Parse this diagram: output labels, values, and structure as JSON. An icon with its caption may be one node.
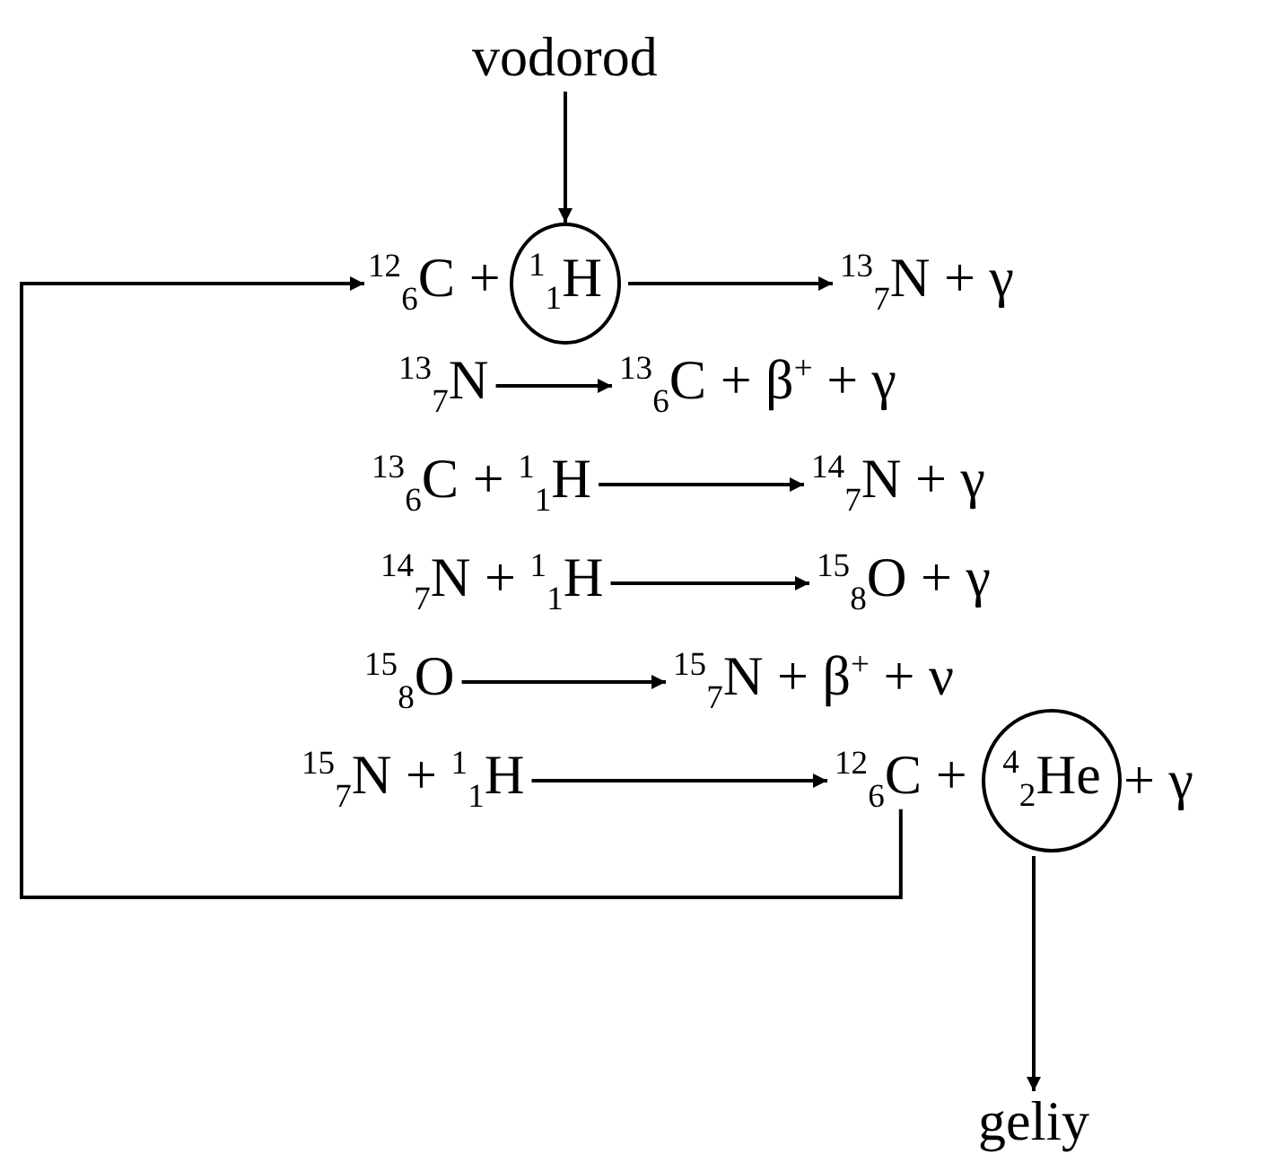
{
  "diagram": {
    "nodes": [
      {
        "text": [
          "vodorod"
        ]
      },
      {
        "text": [
          "$^{12}$$_{6}$C +"
        ]
      },
      {
        "text": [
          "$^{1}$$_{1}$H"
        ]
      },
      {
        "text": [
          "$^{13}$$_{7}$N + γ"
        ]
      },
      {
        "text": [
          "$^{13}$$_{7}$N"
        ]
      },
      {
        "text": [
          "$^{13}$$_{6}$C +  β$^{+}$ + γ"
        ]
      },
      {
        "text": [
          "$^{13}$$_{6}$C + $^{1}$$_{1}$H"
        ]
      },
      {
        "text": [
          "$^{14}$$_{7}$N + γ"
        ]
      },
      {
        "text": [
          "$^{14}$$_{7}$N + $^{1}$$_{1}$H"
        ]
      },
      {
        "text": [
          "$^{15}$$_{8}$O + γ"
        ]
      },
      {
        "text": [
          "$^{15}$$_{8}$O"
        ]
      },
      {
        "text": [
          "$^{15}$$_{7}$N + β$^{+}$ + ν"
        ]
      },
      {
        "text": [
          "$^{15}$$_{7}$N + $^{1}$$_{1}$H"
        ]
      },
      {
        "text": [
          "$^{12}$$_{6}$C +"
        ]
      },
      {
        "text": [
          "$^{4}$$_{2}$He"
        ]
      },
      {
        "text": [
          "geliy"
        ]
      }
    ],
    "edges": [
      {
        "from": 0,
        "to": 2,
        "arrow": "to"
      },
      {
        "from": 2,
        "to": 3,
        "arrow": "to"
      },
      {
        "from": 4,
        "to": 5,
        "arrow": "to"
      },
      {
        "from": 6,
        "to": 7,
        "arrow": "to"
      },
      {
        "from": 8,
        "to": 9,
        "arrow": "to"
      },
      {
        "from": 10,
        "to": 11,
        "arrow": "to"
      },
      {
        "from": 12,
        "to": 13,
        "arrow": "to"
      },
      {
        "from": 13,
        "to": 1,
        "arrow": "to"
      },
      {
        "from": 14,
        "to": 15,
        "arrow": "to"
      }
    ],
    "labels": [
      "+ γ"
    ]
  }
}
